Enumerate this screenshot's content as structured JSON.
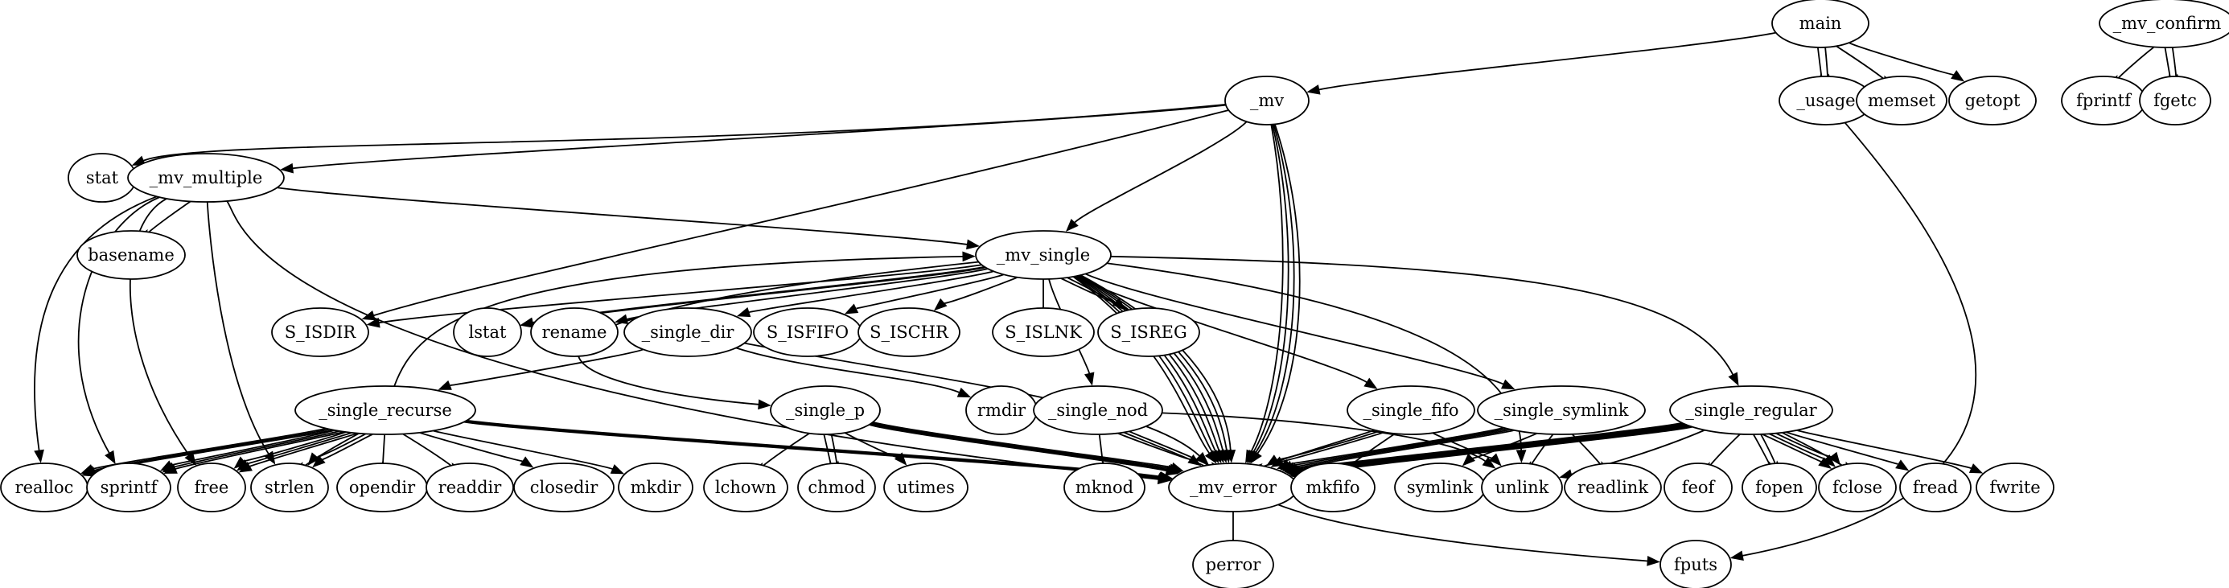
{
  "graph": {
    "type": "call-graph",
    "nodes": [
      {
        "id": "main",
        "label": "main"
      },
      {
        "id": "_mv_confirm",
        "label": "_mv_confirm"
      },
      {
        "id": "_mv",
        "label": "_mv"
      },
      {
        "id": "_usage",
        "label": "_usage"
      },
      {
        "id": "memset",
        "label": "memset"
      },
      {
        "id": "getopt",
        "label": "getopt"
      },
      {
        "id": "fprintf",
        "label": "fprintf"
      },
      {
        "id": "fgetc",
        "label": "fgetc"
      },
      {
        "id": "stat",
        "label": "stat"
      },
      {
        "id": "_mv_multiple",
        "label": "_mv_multiple"
      },
      {
        "id": "basename",
        "label": "basename"
      },
      {
        "id": "_mv_single",
        "label": "_mv_single"
      },
      {
        "id": "S_ISDIR",
        "label": "S_ISDIR"
      },
      {
        "id": "lstat",
        "label": "lstat"
      },
      {
        "id": "rename",
        "label": "rename"
      },
      {
        "id": "_single_dir",
        "label": "_single_dir"
      },
      {
        "id": "S_ISFIFO",
        "label": "S_ISFIFO"
      },
      {
        "id": "S_ISCHR",
        "label": "S_ISCHR"
      },
      {
        "id": "S_ISLNK",
        "label": "S_ISLNK"
      },
      {
        "id": "S_ISREG",
        "label": "S_ISREG"
      },
      {
        "id": "_single_recurse",
        "label": "_single_recurse"
      },
      {
        "id": "rmdir",
        "label": "rmdir"
      },
      {
        "id": "_single_p",
        "label": "_single_p"
      },
      {
        "id": "_single_nod",
        "label": "_single_nod"
      },
      {
        "id": "_single_fifo",
        "label": "_single_fifo"
      },
      {
        "id": "_single_symlink",
        "label": "_single_symlink"
      },
      {
        "id": "_single_regular",
        "label": "_single_regular"
      },
      {
        "id": "realloc",
        "label": "realloc"
      },
      {
        "id": "sprintf",
        "label": "sprintf"
      },
      {
        "id": "free",
        "label": "free"
      },
      {
        "id": "strlen",
        "label": "strlen"
      },
      {
        "id": "opendir",
        "label": "opendir"
      },
      {
        "id": "readdir",
        "label": "readdir"
      },
      {
        "id": "closedir",
        "label": "closedir"
      },
      {
        "id": "mkdir",
        "label": "mkdir"
      },
      {
        "id": "lchown",
        "label": "lchown"
      },
      {
        "id": "chmod",
        "label": "chmod"
      },
      {
        "id": "utimes",
        "label": "utimes"
      },
      {
        "id": "mknod",
        "label": "mknod"
      },
      {
        "id": "_mv_error",
        "label": "_mv_error"
      },
      {
        "id": "mkfifo",
        "label": "mkfifo"
      },
      {
        "id": "symlink",
        "label": "symlink"
      },
      {
        "id": "unlink",
        "label": "unlink"
      },
      {
        "id": "readlink",
        "label": "readlink"
      },
      {
        "id": "feof",
        "label": "feof"
      },
      {
        "id": "fopen",
        "label": "fopen"
      },
      {
        "id": "fclose",
        "label": "fclose"
      },
      {
        "id": "fread",
        "label": "fread"
      },
      {
        "id": "fwrite",
        "label": "fwrite"
      },
      {
        "id": "perror",
        "label": "perror"
      },
      {
        "id": "fputs",
        "label": "fputs"
      }
    ],
    "edges": [
      {
        "from": "main",
        "to": "_mv",
        "count": 1
      },
      {
        "from": "main",
        "to": "_usage",
        "count": 2
      },
      {
        "from": "main",
        "to": "memset",
        "count": 1
      },
      {
        "from": "main",
        "to": "getopt",
        "count": 1
      },
      {
        "from": "_mv_confirm",
        "to": "fprintf",
        "count": 1
      },
      {
        "from": "_mv_confirm",
        "to": "fgetc",
        "count": 2
      },
      {
        "from": "_usage",
        "to": "fputs",
        "count": 1
      },
      {
        "from": "_mv",
        "to": "stat",
        "count": 1
      },
      {
        "from": "_mv",
        "to": "_mv_multiple",
        "count": 1
      },
      {
        "from": "_mv",
        "to": "_mv_single",
        "count": 1
      },
      {
        "from": "_mv",
        "to": "S_ISDIR",
        "count": 1
      },
      {
        "from": "_mv",
        "to": "_mv_error",
        "count": 4
      },
      {
        "from": "_mv_multiple",
        "to": "basename",
        "count": 1
      },
      {
        "from": "_mv_multiple",
        "to": "_mv_single",
        "count": 1
      },
      {
        "from": "_mv_multiple",
        "to": "realloc",
        "count": 1
      },
      {
        "from": "_mv_multiple",
        "to": "sprintf",
        "count": 1
      },
      {
        "from": "_mv_multiple",
        "to": "free",
        "count": 1
      },
      {
        "from": "_mv_multiple",
        "to": "strlen",
        "count": 1
      },
      {
        "from": "_mv_multiple",
        "to": "_mv_error",
        "count": 1
      },
      {
        "from": "_mv_single",
        "to": "S_ISDIR",
        "count": 1
      },
      {
        "from": "_mv_single",
        "to": "lstat",
        "count": 2
      },
      {
        "from": "_mv_single",
        "to": "rename",
        "count": 1
      },
      {
        "from": "_mv_single",
        "to": "_single_dir",
        "count": 1
      },
      {
        "from": "_mv_single",
        "to": "S_ISFIFO",
        "count": 1
      },
      {
        "from": "_mv_single",
        "to": "S_ISCHR",
        "count": 1
      },
      {
        "from": "_mv_single",
        "to": "S_ISLNK",
        "count": 1
      },
      {
        "from": "_mv_single",
        "to": "S_ISREG",
        "count": 2
      },
      {
        "from": "_mv_single",
        "to": "_single_nod",
        "count": 1
      },
      {
        "from": "_mv_single",
        "to": "_single_fifo",
        "count": 1
      },
      {
        "from": "_mv_single",
        "to": "_single_symlink",
        "count": 1
      },
      {
        "from": "_mv_single",
        "to": "_single_regular",
        "count": 1
      },
      {
        "from": "_mv_single",
        "to": "_single_p",
        "count": 1
      },
      {
        "from": "_mv_single",
        "to": "unlink",
        "count": 1
      },
      {
        "from": "_mv_single",
        "to": "_mv_error",
        "count": 7
      },
      {
        "from": "_single_dir",
        "to": "_single_recurse",
        "count": 1
      },
      {
        "from": "_single_dir",
        "to": "rmdir",
        "count": 1
      },
      {
        "from": "_single_dir",
        "to": "_mv_error",
        "count": 1
      },
      {
        "from": "_single_recurse",
        "to": "_mv_single",
        "count": 1
      },
      {
        "from": "_single_recurse",
        "to": "realloc",
        "count": 3
      },
      {
        "from": "_single_recurse",
        "to": "sprintf",
        "count": 3
      },
      {
        "from": "_single_recurse",
        "to": "free",
        "count": 3
      },
      {
        "from": "_single_recurse",
        "to": "strlen",
        "count": 3
      },
      {
        "from": "_single_recurse",
        "to": "opendir",
        "count": 1
      },
      {
        "from": "_single_recurse",
        "to": "readdir",
        "count": 1
      },
      {
        "from": "_single_recurse",
        "to": "closedir",
        "count": 1
      },
      {
        "from": "_single_recurse",
        "to": "mkdir",
        "count": 1
      },
      {
        "from": "_single_recurse",
        "to": "_mv_error",
        "count": 5
      },
      {
        "from": "_single_p",
        "to": "lchown",
        "count": 1
      },
      {
        "from": "_single_p",
        "to": "chmod",
        "count": 2
      },
      {
        "from": "_single_p",
        "to": "utimes",
        "count": 1
      },
      {
        "from": "_single_p",
        "to": "_mv_error",
        "count": 4
      },
      {
        "from": "_single_nod",
        "to": "mknod",
        "count": 1
      },
      {
        "from": "_single_nod",
        "to": "_mv_error",
        "count": 3
      },
      {
        "from": "_single_nod",
        "to": "unlink",
        "count": 1
      },
      {
        "from": "_single_fifo",
        "to": "mkfifo",
        "count": 1
      },
      {
        "from": "_single_fifo",
        "to": "_mv_error",
        "count": 3
      },
      {
        "from": "_single_fifo",
        "to": "unlink",
        "count": 1
      },
      {
        "from": "_single_symlink",
        "to": "symlink",
        "count": 1
      },
      {
        "from": "_single_symlink",
        "to": "unlink",
        "count": 1
      },
      {
        "from": "_single_symlink",
        "to": "readlink",
        "count": 1
      },
      {
        "from": "_single_symlink",
        "to": "_mv_error",
        "count": 4
      },
      {
        "from": "_single_regular",
        "to": "feof",
        "count": 1
      },
      {
        "from": "_single_regular",
        "to": "fopen",
        "count": 2
      },
      {
        "from": "_single_regular",
        "to": "fclose",
        "count": 4
      },
      {
        "from": "_single_regular",
        "to": "fread",
        "count": 1
      },
      {
        "from": "_single_regular",
        "to": "fwrite",
        "count": 1
      },
      {
        "from": "_single_regular",
        "to": "unlink",
        "count": 1
      },
      {
        "from": "_single_regular",
        "to": "_mv_error",
        "count": 7
      },
      {
        "from": "_mv_error",
        "to": "perror",
        "count": 1
      },
      {
        "from": "_mv_error",
        "to": "fputs",
        "count": 1
      }
    ]
  },
  "colors": {
    "background": "#ffffff",
    "stroke": "#000000",
    "text": "#000000"
  }
}
